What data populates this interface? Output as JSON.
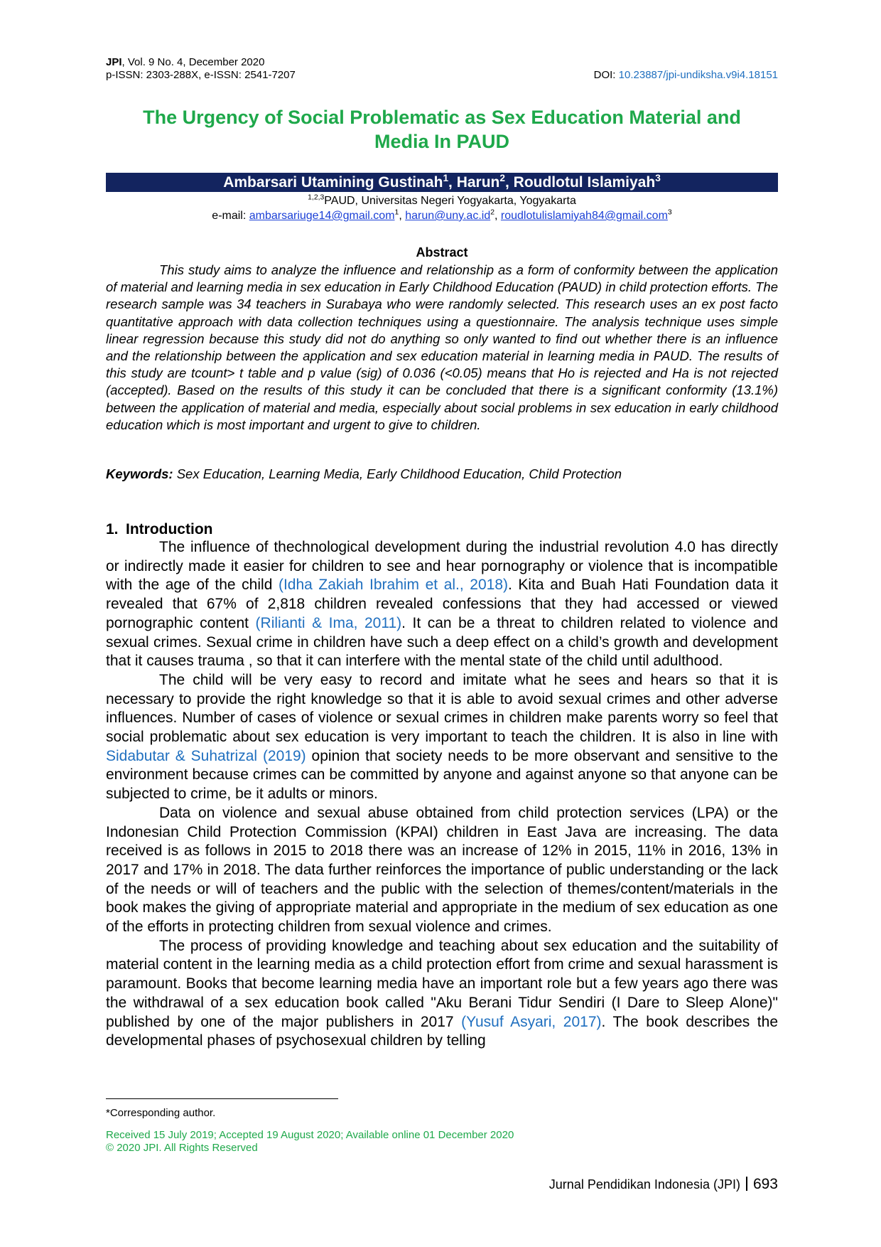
{
  "header": {
    "journal_abbr": "JPI",
    "volume_line": ", Vol. 9 No. 4, December 2020",
    "issn_line": "p-ISSN: 2303-288X, e-ISSN: 2541-7207",
    "doi_label": "DOI: ",
    "doi_value": "10.23887/jpi-undiksha.v9i4.18151"
  },
  "title_line1": "The Urgency of Social Problematic as Sex Education Material and",
  "title_line2": "Media In PAUD",
  "authors": [
    {
      "name": "Ambarsari Utamining Gustinah",
      "sup": "1",
      "sep": ", "
    },
    {
      "name": "Harun",
      "sup": "2",
      "sep": ", "
    },
    {
      "name": "Roudlotul Islamiyah",
      "sup": "3",
      "sep": ""
    }
  ],
  "affiliation": {
    "sup": "1,2,3",
    "text": "PAUD, Universitas Negeri Yogyakarta, Yogyakarta"
  },
  "emails": {
    "label": "e-mail: ",
    "items": [
      {
        "address": "ambarsariuge14@gmail.com",
        "sup": "1",
        "sep": ", "
      },
      {
        "address": "harun@uny.ac.id",
        "sup": "2",
        "sep": ", "
      },
      {
        "address": "roudlotulislamiyah84@gmail.com",
        "sup": "3",
        "sep": ""
      }
    ]
  },
  "abstract_heading": "Abstract",
  "abstract_text": "This study aims to analyze the influence and relationship as a form of conformity between the application of material and learning media in sex education in Early Childhood Education (PAUD) in child protection efforts. The research sample was 34 teachers in Surabaya who were randomly selected. This research uses an ex post facto quantitative approach with data collection techniques using a questionnaire. The analysis technique uses simple linear regression because this study did not do anything so only wanted to find out whether there is an influence and the relationship between the application and sex education material in learning media in PAUD. The results of this study are tcount> t table and p value (sig) of 0.036 (<0.05) means that Ho is rejected and Ha is not rejected (accepted). Based on the results of this study it can be concluded that there is a significant conformity (13.1%) between the application of material and media, especially about social problems in sex education in early childhood education which is most important and urgent to give to children.",
  "keywords": {
    "label": "Keywords:",
    "text": " Sex Education, Learning Media, Early Childhood Education, Child Protection"
  },
  "section": {
    "number": "1.",
    "title": "Introduction"
  },
  "paragraphs": [
    [
      {
        "t": "The influence of thechnological development during the industrial revolution 4.0 has directly or indirectly made it easier for children to see and hear pornography or violence that is incompatible with the age of the child "
      },
      {
        "t": "(Idha Zakiah Ibrahim et al., 2018)",
        "cite": true
      },
      {
        "t": ". Kita and Buah Hati Foundation data it revealed that 67% of 2,818 children revealed confessions that they had accessed or viewed pornographic content "
      },
      {
        "t": "(Rilianti & Ima, 2011)",
        "cite": true
      },
      {
        "t": ". It can be a threat to children related to violence and sexual crimes. Sexual crime in children have such a deep effect on a child’s growth and development that it causes trauma , so that it can interfere with the mental state of the child until adulthood."
      }
    ],
    [
      {
        "t": "The child will be very easy to record and imitate what he sees and hears so that it is necessary to provide the right knowledge so that it is able to avoid sexual crimes and other adverse influences. Number of cases of violence or sexual crimes in children make parents worry so feel that social problematic about sex education is very important to teach the children. It is also in line with "
      },
      {
        "t": "Sidabutar & Suhatrizal (2019)",
        "cite": true
      },
      {
        "t": " opinion that society needs to be more observant and sensitive to the environment because crimes can be committed by anyone and against anyone so that anyone can be subjected to crime, be it adults or minors."
      }
    ],
    [
      {
        "t": "Data on violence and sexual abuse obtained from child protection services (LPA) or the Indonesian Child Protection Commission (KPAI) children in East Java are increasing. The data received is as follows in 2015 to 2018 there was an increase of 12% in 2015, 11% in 2016, 13% in 2017 and 17% in 2018. The data further reinforces the importance of public understanding or the lack of the needs or will of teachers and the public with the selection of themes/content/materials in the book makes the giving of appropriate material and appropriate in the medium of sex education as one of the efforts in protecting children from sexual violence and crimes."
      }
    ],
    [
      {
        "t": "The process of providing knowledge and teaching about sex education and the suitability of material content in the learning media as a child protection effort from crime and sexual harassment is paramount. Books that become learning media have an important role but a few years ago there was the withdrawal of a sex education book called \"Aku Berani Tidur Sendiri (I Dare to Sleep Alone)\" published by one of the major publishers in 2017 "
      },
      {
        "t": "(Yusuf Asyari, 2017)",
        "cite": true
      },
      {
        "t": ". The book describes the developmental phases of psychosexual children by telling"
      }
    ]
  ],
  "footnote": "*Corresponding author.",
  "received": "Received 15 July 2019; Accepted 19 August 2020; Available online 01 December 2020",
  "copyright": "© 2020 JPI. All Rights Reserved",
  "footer": {
    "journal": "Jurnal Pendidikan Indonesia (JPI)",
    "page": "693"
  }
}
